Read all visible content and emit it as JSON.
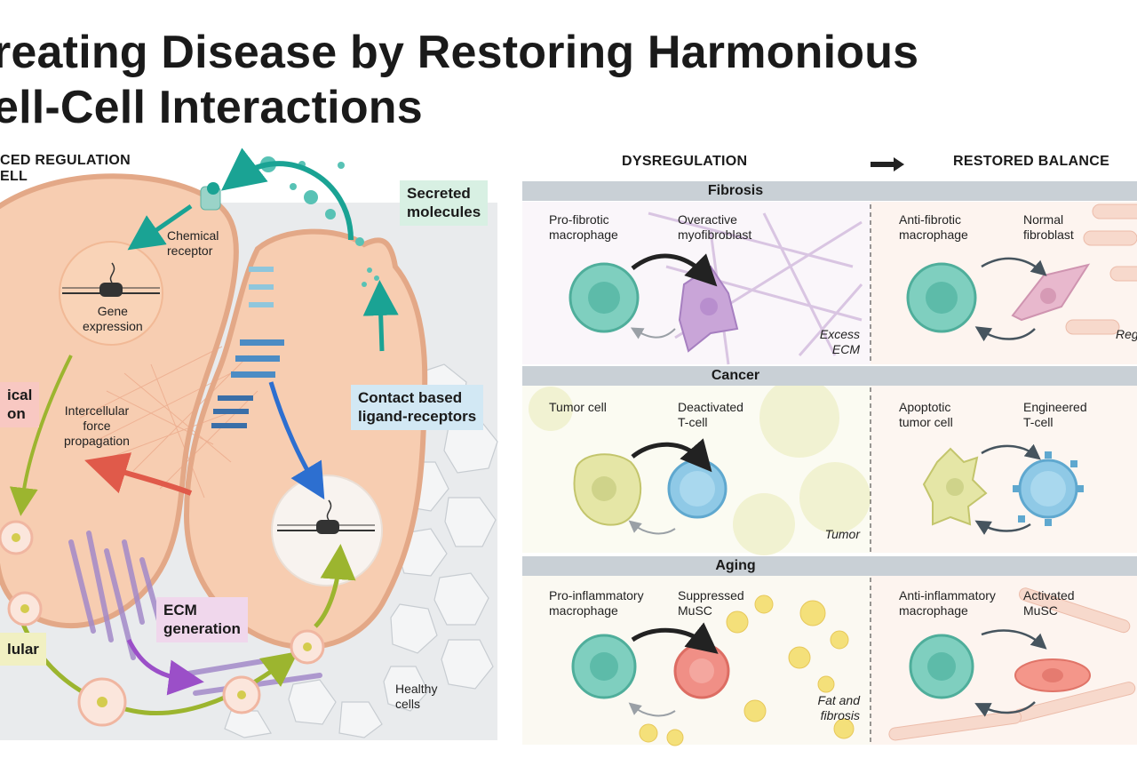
{
  "title": {
    "line1": "reating Disease by Restoring Harmonious",
    "line2": "ell-Cell Interactions"
  },
  "left": {
    "header_line1": "CED REGULATION",
    "header_line2": "ELL",
    "labels": {
      "secreted": [
        "Secreted",
        "molecules"
      ],
      "chemical_receptor": [
        "Chemical",
        "receptor"
      ],
      "gene_expression": [
        "Gene",
        "expression"
      ],
      "mechanical": [
        "ical",
        "on"
      ],
      "force": [
        "Intercellular",
        "force",
        "propagation"
      ],
      "contact": [
        "Contact based",
        "ligand-receptors"
      ],
      "ecm": [
        "ECM",
        "generation"
      ],
      "cellular": "lular",
      "healthy": [
        "Healthy",
        "cells"
      ]
    }
  },
  "right": {
    "header_dys": "DYSREGULATION",
    "header_rest": "RESTORED BALANCE",
    "arrow_icon": "arrow-right-icon",
    "panels": [
      {
        "name": "Fibrosis",
        "dys_left": [
          "Pro-fibrotic",
          "macrophage"
        ],
        "dys_right": [
          "Overactive",
          "myofibroblast"
        ],
        "dys_note": [
          "Excess",
          "ECM"
        ],
        "res_left": [
          "Anti-fibrotic",
          "macrophage"
        ],
        "res_right": [
          "Normal",
          "fibroblast"
        ],
        "res_note": "Reg"
      },
      {
        "name": "Cancer",
        "dys_left": [
          "Tumor cell"
        ],
        "dys_right": [
          "Deactivated",
          "T-cell"
        ],
        "dys_note": [
          "Tumor"
        ],
        "res_left": [
          "Apoptotic",
          "tumor cell"
        ],
        "res_right": [
          "Engineered",
          "T-cell"
        ],
        "res_note": ""
      },
      {
        "name": "Aging",
        "dys_left": [
          "Pro-inflammatory",
          "macrophage"
        ],
        "dys_right": [
          "Suppressed",
          "MuSC"
        ],
        "dys_note": [
          "Fat and",
          "fibrosis"
        ],
        "res_left": [
          "Anti-inflammatory",
          "macrophage"
        ],
        "res_right": [
          "Activated",
          "MuSC"
        ],
        "res_note": ""
      }
    ]
  },
  "colors": {
    "cell_fill": "#f7cdb1",
    "cell_edge": "#e3a887",
    "teal": "#1aa394",
    "blue": "#2d6fd0",
    "green": "#9cb52f",
    "purple": "#9b4fc8",
    "red": "#e05a4a",
    "band": "#c9d0d6"
  }
}
